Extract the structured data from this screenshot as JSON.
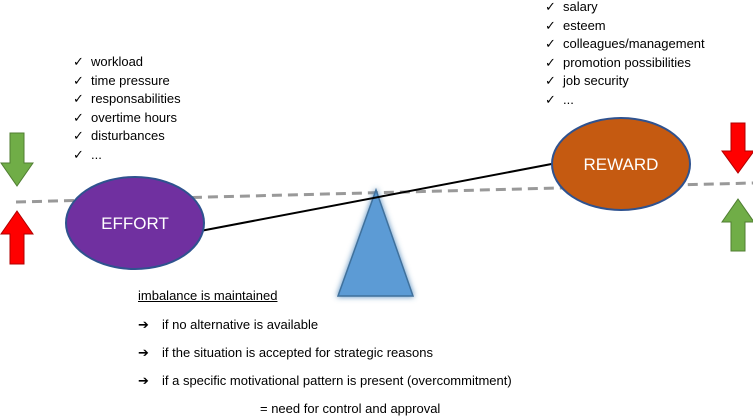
{
  "effort": {
    "label": "EFFORT",
    "color": "#7030a0",
    "items": [
      "workload",
      "time pressure",
      "responsabilities",
      "overtime hours",
      "disturbances",
      "..."
    ]
  },
  "reward": {
    "label": "REWARD",
    "color": "#c55a11",
    "items": [
      "salary",
      "esteem",
      "colleagues/management",
      "promotion possibilities",
      "job security",
      "..."
    ]
  },
  "check_symbol": "✓",
  "arrow_symbol": "➔",
  "notes": {
    "title": "imbalance is maintained",
    "conditions": [
      "if no alternative is available",
      "if the situation is accepted for strategic reasons",
      "if a specific motivational pattern is present (overcommitment)"
    ],
    "conclusion": "= need for control and approval"
  },
  "colors": {
    "fulcrum": "#5b9bd5",
    "arrow_up_left": "#ff0000",
    "arrow_down_left": "#70ad47",
    "arrow_down_right": "#ff0000",
    "arrow_up_right": "#70ad47",
    "dashed_line": "#999999"
  },
  "icons": [
    "green-down-arrow-icon",
    "red-up-arrow-icon",
    "red-down-arrow-icon",
    "green-up-arrow-icon",
    "check-icon",
    "right-arrow-icon"
  ]
}
